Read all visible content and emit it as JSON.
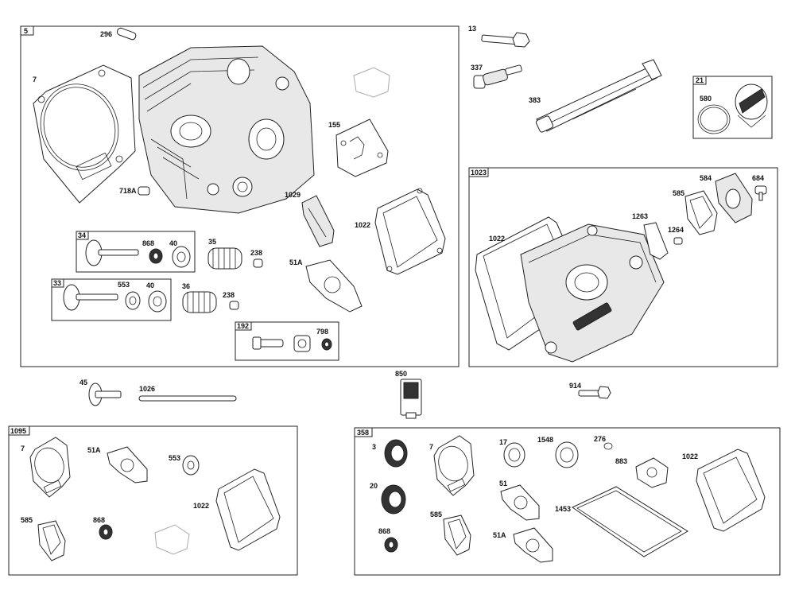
{
  "groups": [
    {
      "id": "5",
      "label": "5"
    },
    {
      "id": "34",
      "label": "34"
    },
    {
      "id": "33",
      "label": "33"
    },
    {
      "id": "192",
      "label": "192"
    },
    {
      "id": "21",
      "label": "21"
    },
    {
      "id": "1023",
      "label": "1023"
    },
    {
      "id": "1095",
      "label": "1095"
    },
    {
      "id": "358",
      "label": "358"
    }
  ],
  "labels": {
    "p296": "296",
    "p7a": "7",
    "p718a": "718A",
    "p155": "155",
    "p1029": "1029",
    "p1022a": "1022",
    "p51aa": "51A",
    "p868a": "868",
    "p40a": "40",
    "p35": "35",
    "p238a": "238",
    "p553a": "553",
    "p40b": "40",
    "p36": "36",
    "p238b": "238",
    "p798": "798",
    "p13": "13",
    "p337": "337",
    "p383": "383",
    "p580": "580",
    "p584": "584",
    "p684": "684",
    "p585a": "585",
    "p1263": "1263",
    "p1264": "1264",
    "p1022b": "1022",
    "p45": "45",
    "p1026": "1026",
    "p850": "850",
    "p914": "914",
    "p7b": "7",
    "p51ab": "51A",
    "p553b": "553",
    "p1022c": "1022",
    "p585b": "585",
    "p868b": "868",
    "p3": "3",
    "p7c": "7",
    "p17": "17",
    "p1548": "1548",
    "p276": "276",
    "p883": "883",
    "p1022d": "1022",
    "p20": "20",
    "p51": "51",
    "p1453": "1453",
    "p868c": "868",
    "p585c": "585",
    "p51ac": "51A"
  }
}
